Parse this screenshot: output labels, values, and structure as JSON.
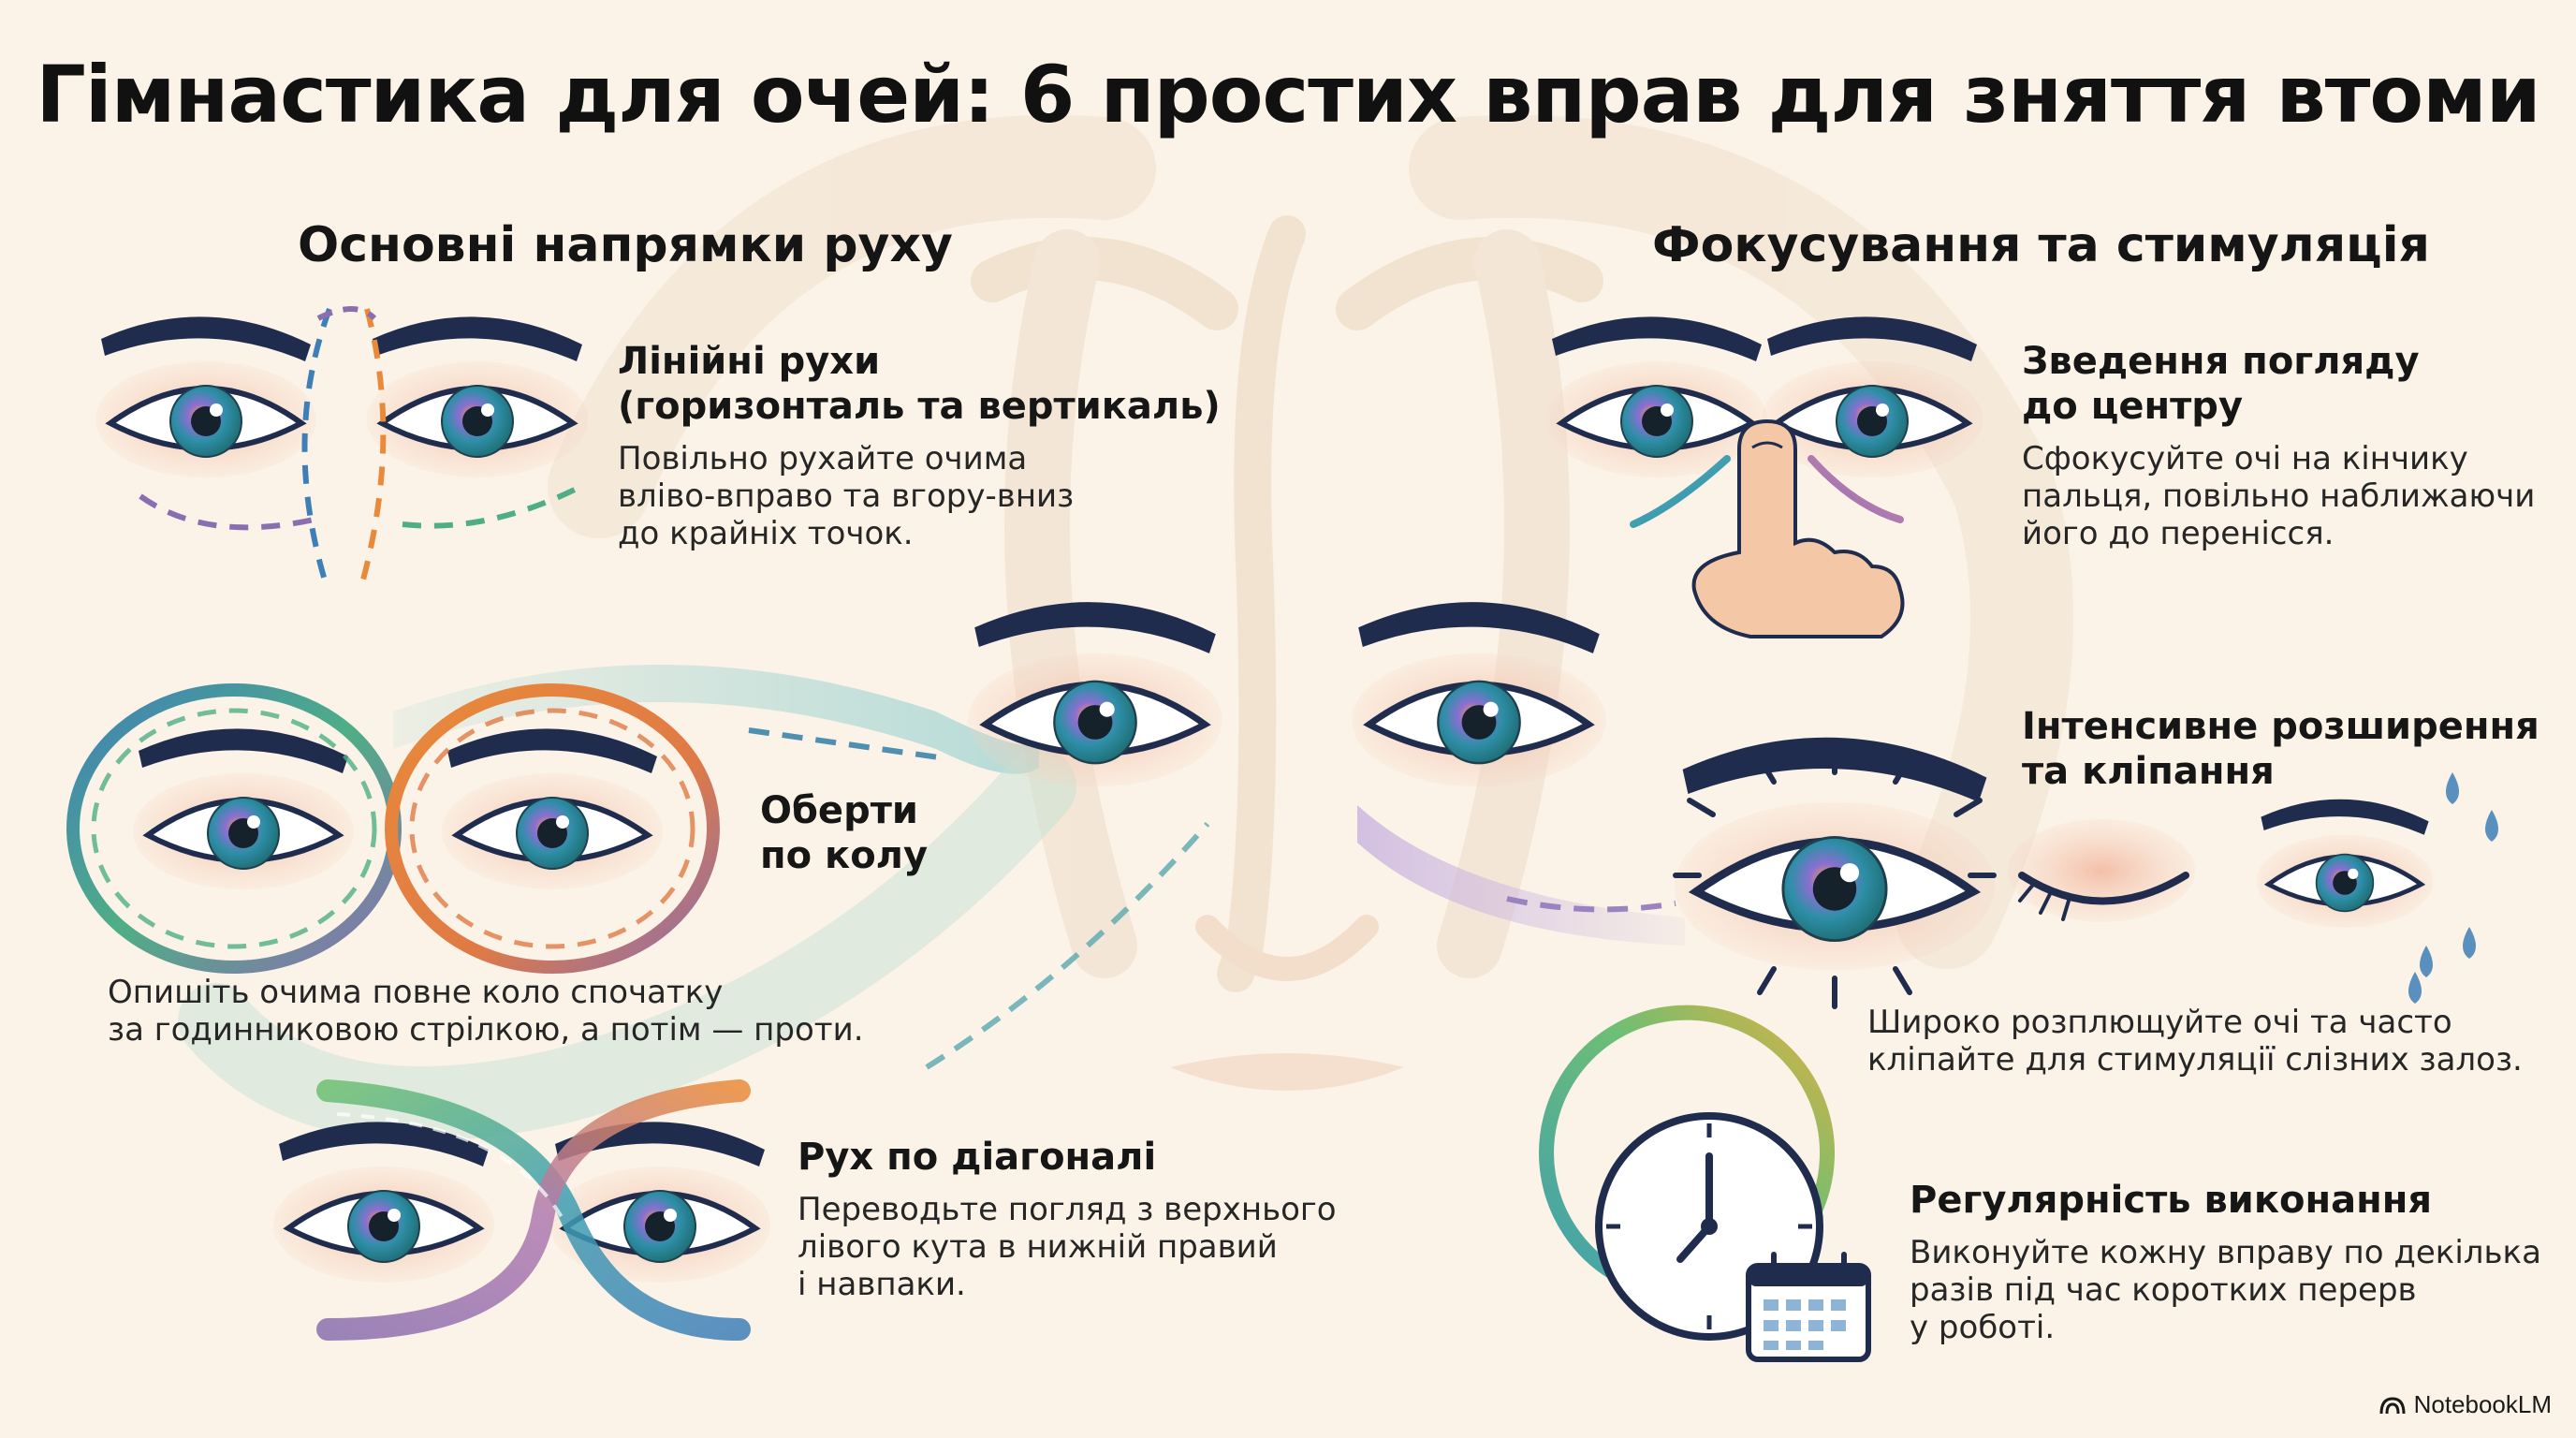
{
  "title": "Гімнастика для очей: 6 простих вправ для зняття втоми",
  "sections": {
    "left": "Основні напрямки руху",
    "right": "Фокусування та стимуляція"
  },
  "exercises": {
    "linear": {
      "title_line1": "Лінійні рухи",
      "title_line2": "(горизонталь та вертикаль)",
      "text_line1": "Повільно рухайте очима",
      "text_line2": "вліво-вправо та вгору-вниз",
      "text_line3": "до крайніх точок."
    },
    "circle": {
      "title_line1": "Оберти",
      "title_line2": "по колу",
      "text_line1": "Опишіть очима повне коло спочатку",
      "text_line2": "за годинниковою стрілкою, а потім — проти."
    },
    "diagonal": {
      "title": "Рух по діагоналі",
      "text_line1": "Переводьте погляд з верхнього",
      "text_line2": "лівого кута в нижній правий",
      "text_line3": "і навпаки."
    },
    "center": {
      "title_line1": "Зведення погляду",
      "title_line2": "до центру",
      "text_line1": "Сфокусуйте очі на кінчику",
      "text_line2": "пальця, повільно наближаючи",
      "text_line3": "його до перенісся."
    },
    "blink": {
      "title_line1": "Інтенсивне розширення",
      "title_line2": "та кліпання",
      "text_line1": "Широко розплющуйте очі та часто",
      "text_line2": "кліпайте для стимуляції слізних залоз."
    },
    "regular": {
      "title": "Регулярність виконання",
      "text_line1": "Виконуйте кожну вправу по декілька",
      "text_line2": "разів під час коротких перерв",
      "text_line3": "у роботі."
    }
  },
  "brand": "NotebookLM",
  "icons": {
    "brand": "notebooklm-logo-icon",
    "clock": "clock-icon",
    "calendar": "calendar-icon",
    "finger": "finger-icon",
    "tears": "tear-drops-icon"
  },
  "colors": {
    "background": "#fbf3e7",
    "brow": "#1f2c4d",
    "iris_teal": "#2f8f87",
    "skin": "#f2c7a8",
    "accent_orange": "#e98a3a",
    "accent_purple": "#8a6fb0",
    "accent_blue": "#3f7fb8",
    "accent_green": "#4fae86"
  }
}
